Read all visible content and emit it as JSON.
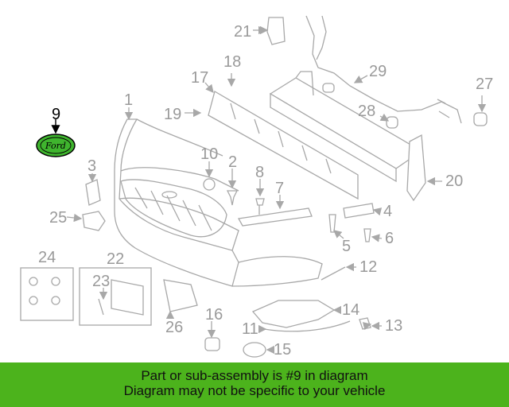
{
  "diagram": {
    "callouts": {
      "c1": "1",
      "c2": "2",
      "c3": "3",
      "c4": "4",
      "c5": "5",
      "c6": "6",
      "c7": "7",
      "c8": "8",
      "c9": "9",
      "c10": "10",
      "c11": "11",
      "c12": "12",
      "c13": "13",
      "c14": "14",
      "c15": "15",
      "c16": "16",
      "c17": "17",
      "c18": "18",
      "c19": "19",
      "c20": "20",
      "c21": "21",
      "c22": "22",
      "c23": "23",
      "c24": "24",
      "c25": "25",
      "c26": "26",
      "c27": "27",
      "c28": "28",
      "c29": "29"
    },
    "highlighted_part": "9",
    "emblem_text": "Ford",
    "colors": {
      "highlight_fill": "#3fb52e",
      "line": "#a8a8a8",
      "banner": "#4cb31c"
    }
  },
  "banner": {
    "line1": "Part or sub-assembly is #9 in diagram",
    "line2": "Diagram may not be specific to your vehicle"
  }
}
